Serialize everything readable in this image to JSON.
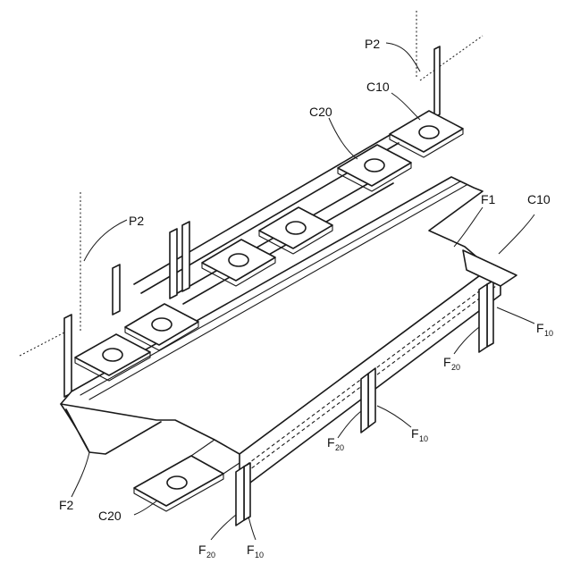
{
  "labels": {
    "p2_top": "P2",
    "c10_top": "C10",
    "c20_top": "C20",
    "p2_left": "P2",
    "f1": "F1",
    "c10_right": "C10",
    "f10_right": {
      "main": "F",
      "sub": "10"
    },
    "f20_right": {
      "main": "F",
      "sub": "20"
    },
    "f10_mid": {
      "main": "F",
      "sub": "10"
    },
    "f20_mid": {
      "main": "F",
      "sub": "20"
    },
    "f2": "F2",
    "c20_bottom": "C20",
    "f20_bottom": {
      "main": "F",
      "sub": "20"
    },
    "f10_bottom": {
      "main": "F",
      "sub": "10"
    }
  }
}
